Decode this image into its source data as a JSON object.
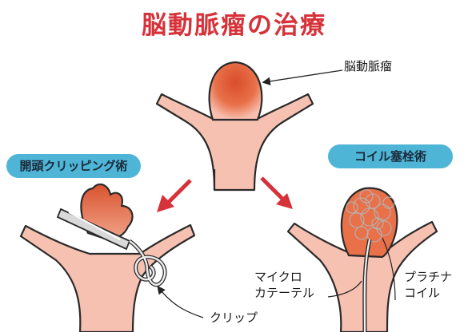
{
  "title": "脳動脈瘤の治療",
  "labels": {
    "aneurysm": "脳動脈瘤",
    "clipping": "開頭クリッピング術",
    "coil_embolization": "コイル塞栓術",
    "micro_catheter_line1": "マイクロ",
    "micro_catheter_line2": "カテーテル",
    "platinum_coil_line1": "プラチナ",
    "platinum_coil_line2": "コイル",
    "clip": "クリップ"
  },
  "colors": {
    "title": "#d6323a",
    "pill": "#4eb5d6",
    "vessel": "#f7bfb0",
    "aneurysm": "#e0623a",
    "arrow": "#d6323a"
  }
}
